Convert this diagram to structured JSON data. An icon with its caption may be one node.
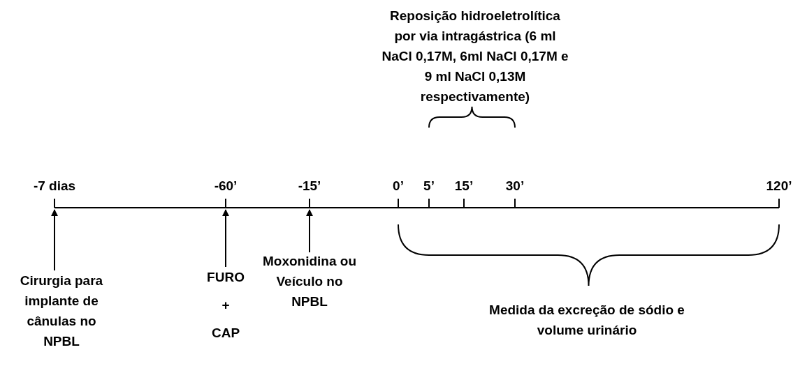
{
  "diagram": {
    "nodes": [
      {
        "text": [
          "Cirurgia para implante de cânulas no NPBL"
        ]
      },
      {
        "text": [
          "FURO",
          "+",
          "CAP"
        ]
      },
      {
        "text": [
          "Moxonidina ou Veículo no NPBL"
        ]
      }
    ],
    "edges": [
      {
        "from": 0,
        "to": null,
        "arrow": "to"
      },
      {
        "from": 1,
        "to": null,
        "arrow": "to"
      },
      {
        "from": 2,
        "to": null,
        "arrow": "to"
      }
    ],
    "labels": [
      "Reposição hidroeletrolítica por via intragástrica (6 ml NaCl 0,17M, 6ml NaCl 0,17M e 9 ml NaCl 0,13M respectivamente)",
      "-7 dias",
      "-60’",
      "-15’",
      "0’",
      "5’",
      "15’",
      "30’",
      "120’",
      "Medida da excreção de sódio e volume urinário"
    ]
  }
}
